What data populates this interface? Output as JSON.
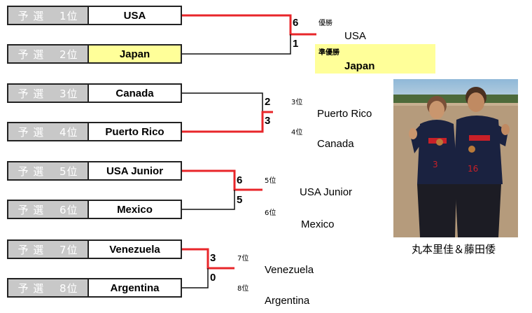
{
  "seeds": [
    {
      "label": "予 選　 1位",
      "team": "USA"
    },
    {
      "label": "予 選　 2位",
      "team": "Japan"
    },
    {
      "label": "予 選　 3位",
      "team": "Canada"
    },
    {
      "label": "予 選　 4位",
      "team": "Puerto Rico"
    },
    {
      "label": "予 選　 5位",
      "team": "USA Junior"
    },
    {
      "label": "予 選　 6位",
      "team": "Mexico"
    },
    {
      "label": "予 選　 7位",
      "team": "Venezuela"
    },
    {
      "label": "予 選　 8位",
      "team": "Argentina"
    }
  ],
  "matches": [
    {
      "score_top": "6",
      "score_bottom": "1"
    },
    {
      "score_top": "2",
      "score_bottom": "3"
    },
    {
      "score_top": "6",
      "score_bottom": "5"
    },
    {
      "score_top": "3",
      "score_bottom": "0"
    }
  ],
  "results": {
    "champion_label": "優勝",
    "champion": "USA",
    "runner_up_label": "準優勝",
    "runner_up": "Japan",
    "third_label": "3位",
    "third": "Puerto Rico",
    "fourth_label": "4位",
    "fourth": "Canada",
    "fifth_label": "5位",
    "fifth": "USA Junior",
    "sixth_label": "6位",
    "sixth": "Mexico",
    "seventh_label": "7位",
    "seventh": "Venezuela",
    "eighth_label": "8位",
    "eighth": "Argentina"
  },
  "photo_caption": "丸本里佳＆藤田倭",
  "colors": {
    "win_line": "#e8262a",
    "lose_line": "#111111",
    "highlight": "#ffff99",
    "seed_bg": "#c8c8c8"
  }
}
